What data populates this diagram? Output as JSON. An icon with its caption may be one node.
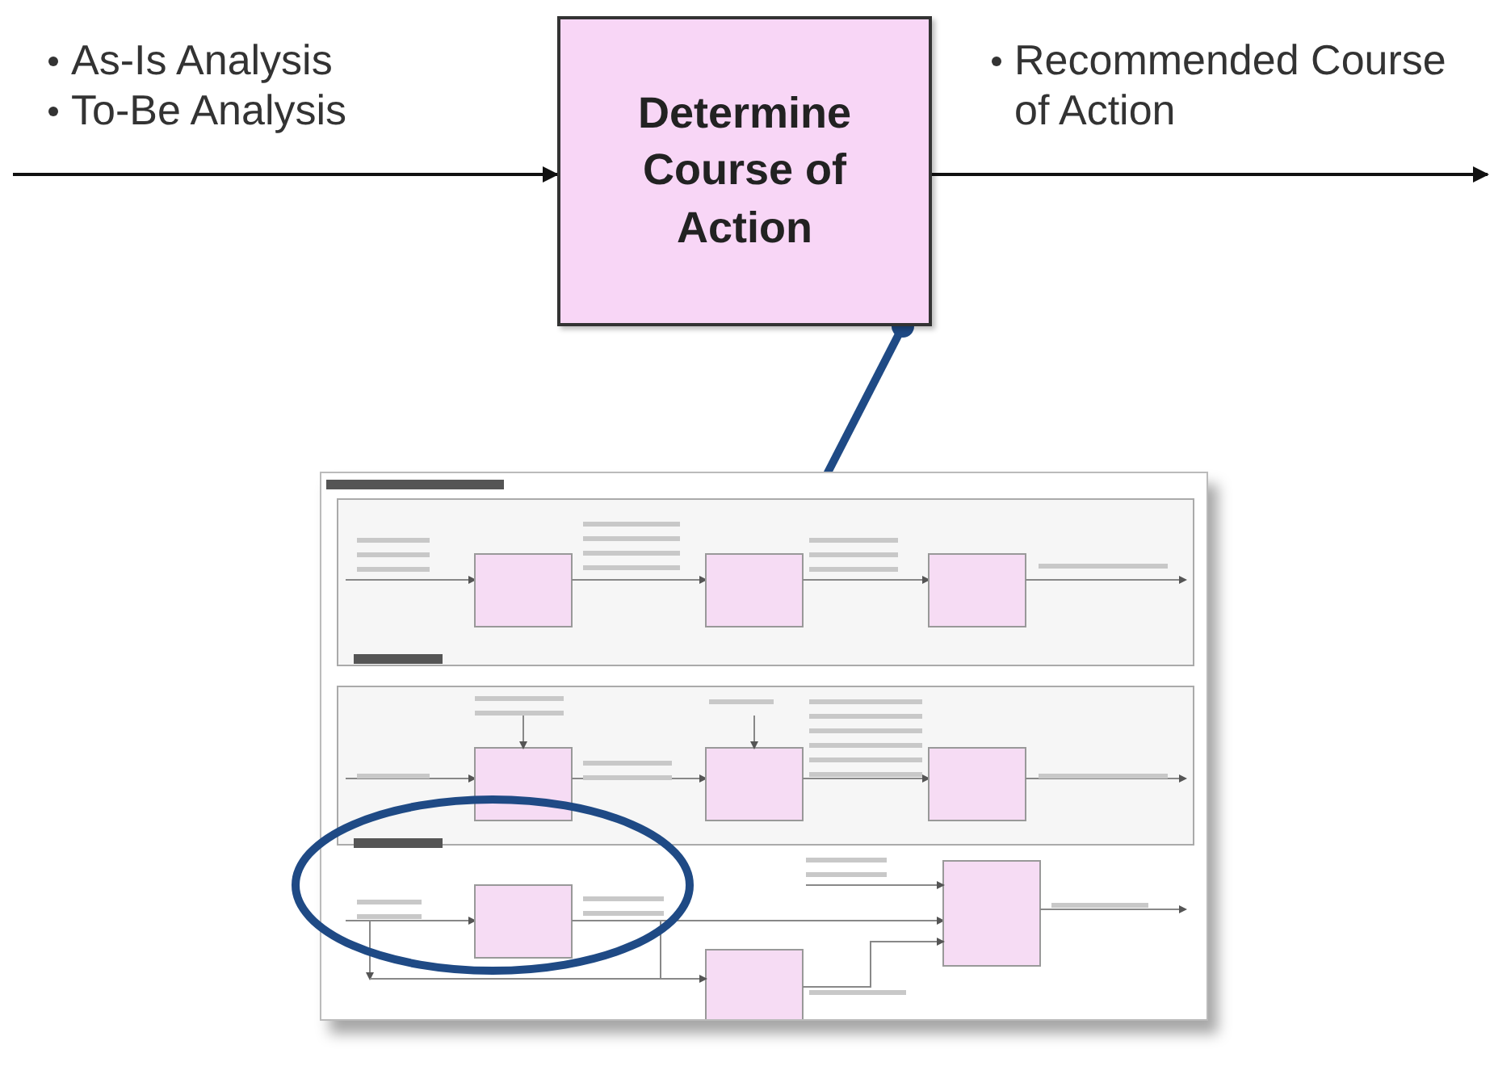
{
  "diagram": {
    "nodes": [
      {
        "text": [
          "Determine Course of Action"
        ]
      },
      {
        "text": [],
        "shape": "picture"
      },
      {
        "text": [],
        "shape": "ellipse"
      }
    ],
    "edges": [
      {
        "from": null,
        "to": 0,
        "arrow": "to"
      },
      {
        "from": 0,
        "to": null,
        "arrow": "to"
      },
      {
        "from": 0,
        "to": 2,
        "arrow": "other",
        "style": "thick",
        "color": "#1f4a85"
      }
    ],
    "labels": [
      "As-Is Analysis",
      "To-Be Analysis",
      "Recommended Course of Action"
    ]
  }
}
